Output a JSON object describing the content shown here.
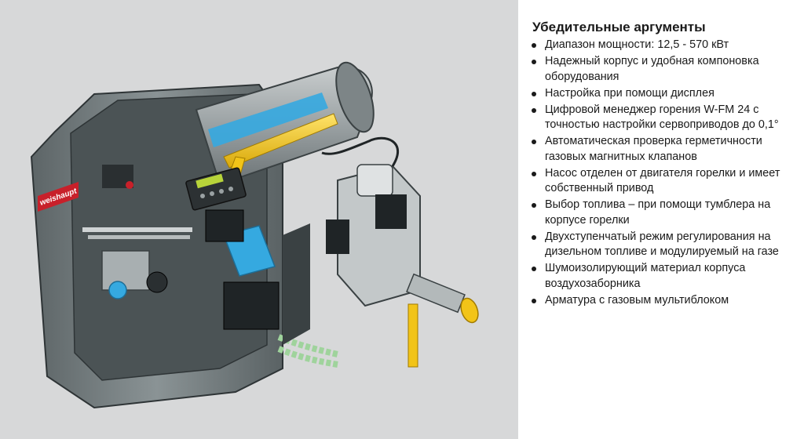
{
  "heading": "Убедительные аргументы",
  "bullets": [
    "Диапазон мощности: 12,5 - 570 кВт",
    "Надежный корпус и удобная компоновка оборудования",
    "Настройка при помощи дисплея",
    "Цифровой менеджер горения W-FM 24 с точностью настройки сервоприводов до 0,1°",
    "Автоматическая проверка герметичности газовых магнитных клапанов",
    "Насос отделен от двигателя горелки и имеет собственный привод",
    "Выбор топлива – при помощи тумблера на корпусе горелки",
    "Двухступенчатый режим регулирования на дизельном топливе и модулируемый на газе",
    "Шумоизолирующий материал корпуса воздухозаборника",
    "Арматура с газовым мультиблоком"
  ],
  "illustration": {
    "brand_label": "weishaupt"
  },
  "colors": {
    "panel_background": "#d7d8d9",
    "housing": "#6e7779",
    "housing_dark": "#3f4648",
    "accent_blue": "#35a9e0",
    "accent_yellow": "#f2c418",
    "display_green": "#b8d43a",
    "brand_red": "#c8202a"
  }
}
